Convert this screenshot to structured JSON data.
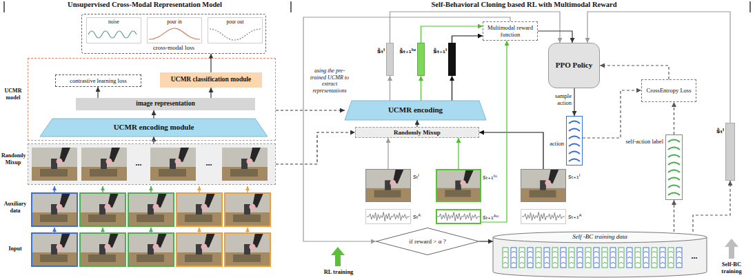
{
  "diagram": {
    "nodes": [
      {
        "text": [
          "cross-modal loss"
        ]
      },
      {
        "text": [
          "noise"
        ],
        "in": 0
      },
      {
        "text": [
          "pour in"
        ],
        "in": 0
      },
      {
        "text": [
          "pour out"
        ],
        "in": 0
      },
      {
        "text": [
          "UCMR model"
        ]
      },
      {
        "text": [
          "contrastive learning loss"
        ],
        "in": 4
      },
      {
        "text": [
          "UCMR classification module"
        ],
        "in": 4
      },
      {
        "text": [
          "image representation"
        ],
        "in": 4
      },
      {
        "text": [
          "UCMR encoding module"
        ],
        "in": 4
      },
      {
        "text": [
          "Randomly Mixup"
        ]
      },
      {
        "text": [
          "Multimodal reward function"
        ]
      },
      {
        "text": [
          "ŝₜᴵ"
        ]
      },
      {
        "text": [
          "ŝₜ₊₁ᴵᵘ"
        ]
      },
      {
        "text": [
          "ŝₜ₊₁ᴵ"
        ]
      },
      {
        "text": [
          "PPO Policy"
        ]
      },
      {
        "text": [
          "UCMR encoding"
        ]
      },
      {
        "text": [
          "Randomly Mixup"
        ]
      },
      {
        "text": [
          "CrossEntropy Loss"
        ]
      },
      {
        "text": [
          "action"
        ]
      },
      {
        "text": [
          "self-action label"
        ]
      },
      {
        "text": [
          "ŝₜᴵ"
        ]
      },
      {
        "text": [
          "sₜᴵ"
        ]
      },
      {
        "text": [
          "sₜ₊₁ᴵᵘ"
        ]
      },
      {
        "text": [
          "sₜ₊₁ᴵ"
        ]
      },
      {
        "text": [
          "sₜᴬ"
        ]
      },
      {
        "text": [
          "sₜ₊₁ᴬᵘ"
        ]
      },
      {
        "text": [
          "sₜ₊₁ᴬ"
        ]
      },
      {
        "text": [
          "if reward > α ?"
        ]
      },
      {
        "text": [
          "Self -BC training data"
        ]
      }
    ],
    "edges": [
      {
        "from": 9,
        "to": 8,
        "arrow": "to"
      },
      {
        "from": 8,
        "to": 7,
        "arrow": "to"
      },
      {
        "from": 7,
        "to": 5,
        "arrow": "to"
      },
      {
        "from": 7,
        "to": 6,
        "arrow": "to"
      },
      {
        "from": 6,
        "to": 0,
        "arrow": "to"
      },
      {
        "from": 4,
        "to": 15,
        "arrow": "to"
      },
      {
        "from": 9,
        "to": 16,
        "arrow": "to"
      },
      {
        "from": 16,
        "to": 15,
        "arrow": "to"
      },
      {
        "from": 15,
        "to": 11,
        "arrow": "to"
      },
      {
        "from": 15,
        "to": 12,
        "arrow": "to"
      },
      {
        "from": 15,
        "to": 13,
        "arrow": "to"
      },
      {
        "from": 11,
        "to": 14,
        "arrow": "to"
      },
      {
        "from": 12,
        "to": 10,
        "arrow": "to"
      },
      {
        "from": 13,
        "to": 10,
        "arrow": "to"
      },
      {
        "from": 10,
        "to": 14,
        "arrow": "to"
      },
      {
        "from": 14,
        "to": 18,
        "label": "sample action",
        "arrow": "to"
      },
      {
        "from": 18,
        "to": 17,
        "arrow": "to"
      },
      {
        "from": 19,
        "to": 17,
        "arrow": "to"
      },
      {
        "from": 17,
        "to": 14,
        "arrow": "to"
      },
      {
        "from": 21,
        "to": 16,
        "arrow": "to"
      },
      {
        "from": 22,
        "to": 16,
        "arrow": "to"
      },
      {
        "from": 23,
        "to": 16,
        "arrow": "to"
      },
      {
        "from": 25,
        "to": 10,
        "arrow": "to"
      },
      {
        "from": 10,
        "to": 27,
        "arrow": "to"
      },
      {
        "from": 27,
        "to": 28,
        "arrow": "to"
      },
      {
        "from": 28,
        "to": 19,
        "arrow": "to"
      },
      {
        "from": 28,
        "to": 20,
        "arrow": "to"
      },
      {
        "from": 20,
        "to": 14,
        "arrow": "to"
      }
    ],
    "labels": [
      "Unsupervised Cross-Modal Representation Model",
      "Self-Behavioral Cloning based RL with Multimodal Reward",
      "Auxiliary data",
      "Input",
      "...",
      "...",
      "using the pre-trained UCMR to extract representations",
      "RL training",
      "Self-BC training",
      "..."
    ]
  }
}
